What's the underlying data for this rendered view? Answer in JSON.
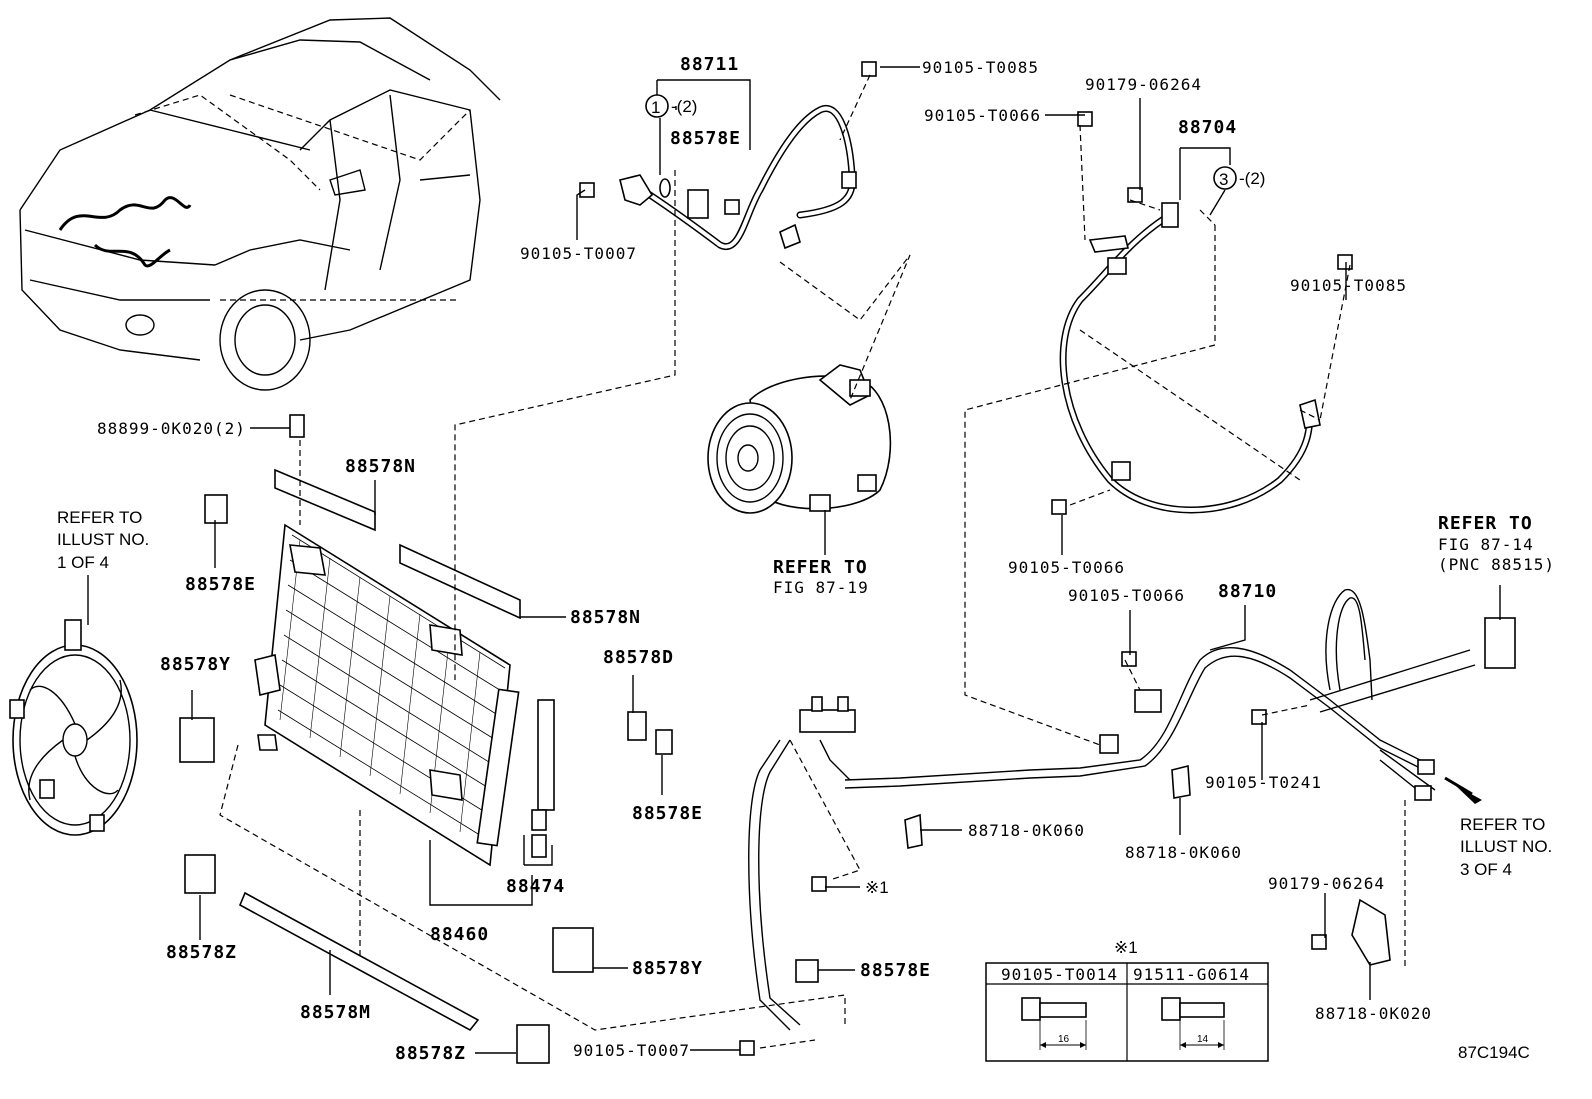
{
  "labels": {
    "p88711": "88711",
    "p88711_qty": "-(2)",
    "p88711_num": "1",
    "p88578E_top": "88578E",
    "b90105T0085_top": "90105-T0085",
    "b90105T0066_top": "90105-T0066",
    "n90179_06264_top": "90179-06264",
    "p88704": "88704",
    "p88704_num": "3",
    "p88704_qty": "-(2)",
    "b90105T0007_top": "90105-T0007",
    "b90105T0085_right": "90105-T0085",
    "b88899": "88899-0K020(2)",
    "p88578N_top": "88578N",
    "p88578N_mid": "88578N",
    "p88578E_left": "88578E",
    "refer_illust1_a": "REFER TO",
    "refer_illust1_b": "ILLUST NO.",
    "refer_illust1_c": "1 OF 4",
    "refer_fig8719_a": "REFER TO",
    "refer_fig8719_b": "FIG 87-19",
    "b90105T0066_mid": "90105-T0066",
    "refer_fig8714_a": "REFER TO",
    "refer_fig8714_b": "FIG 87-14",
    "refer_fig8714_c": "(PNC 88515)",
    "b90105T0066_low": "90105-T0066",
    "p88710": "88710",
    "p88578Y_left": "88578Y",
    "p88578D": "88578D",
    "p88578E_right": "88578E",
    "b90105T0241": "90105-T0241",
    "c88718_0K060_a": "88718-0K060",
    "c88718_0K060_b": "88718-0K060",
    "p88474": "88474",
    "p88460": "88460",
    "mark_1": "※1",
    "refer_illust3_a": "REFER TO",
    "refer_illust3_b": "ILLUST NO.",
    "refer_illust3_c": "3 OF 4",
    "n90179_06264_low": "90179-06264",
    "p88578Z_left": "88578Z",
    "p88578Y_low": "88578Y",
    "p88578E_low": "88578E",
    "p88578M": "88578M",
    "c88718_0K020": "88718-0K020",
    "p88578Z_low": "88578Z",
    "b90105T0007_low": "90105-T0007",
    "figure_code": "87C194C"
  },
  "bolt_table": {
    "mark": "※1",
    "columns": [
      "90105-T0014",
      "91511-G0614"
    ],
    "lengths": [
      "16",
      "14"
    ]
  }
}
